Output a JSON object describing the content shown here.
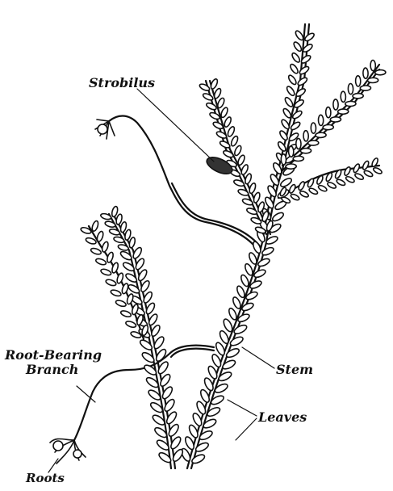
{
  "labels": {
    "strobilus": "Strobilus",
    "stem": "Stem",
    "leaves": "Leaves",
    "root_bearing_branch_line1": "Root-Bearing",
    "root_bearing_branch_line2": "Branch",
    "roots": "Roots"
  },
  "colors": {
    "ink": "#111111",
    "paper": "#ffffff"
  }
}
